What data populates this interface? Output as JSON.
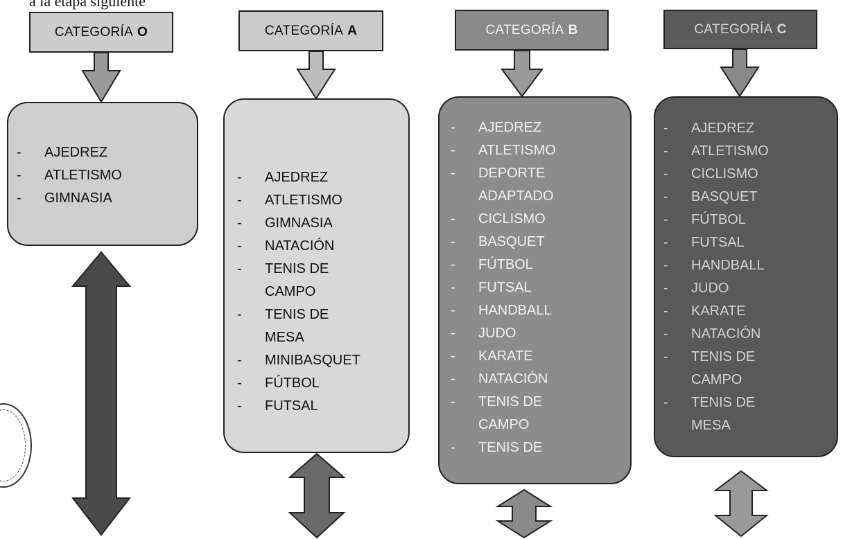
{
  "intro_fragment": "a la etapa siguiente",
  "columns": [
    {
      "prefix": "CATEGORÍA",
      "letter": "O",
      "items": [
        "AJEDREZ",
        "ATLETISMO",
        "GIMNASIA"
      ]
    },
    {
      "prefix": "CATEGORÍA",
      "letter": "A",
      "items": [
        "AJEDREZ",
        "ATLETISMO",
        "GIMNASIA",
        "NATACIÓN",
        "TENIS DE CAMPO",
        "TENIS DE MESA",
        "MINIBASQUET",
        "FÚTBOL",
        "FUTSAL"
      ]
    },
    {
      "prefix": "CATEGORÍA",
      "letter": "B",
      "items": [
        "AJEDREZ",
        "ATLETISMO",
        "DEPORTE ADAPTADO",
        "CICLISMO",
        "BASQUET",
        "FÚTBOL",
        "FUTSAL",
        "HANDBALL",
        "JUDO",
        "KARATE",
        "NATACIÓN",
        "TENIS DE CAMPO",
        "TENIS DE"
      ]
    },
    {
      "prefix": "CATEGORÍA",
      "letter": "C",
      "items": [
        "AJEDREZ",
        "ATLETISMO",
        "CICLISMO",
        "BASQUET",
        "FÚTBOL",
        "FUTSAL",
        "HANDBALL",
        "JUDO",
        "KARATE",
        "NATACIÓN",
        "TENIS DE CAMPO",
        "TENIS DE MESA"
      ]
    }
  ],
  "colors": {
    "column_o": "#cfcfcf",
    "column_a": "#d8d8d8",
    "column_b": "#8c8c8c",
    "column_c": "#595959",
    "arrow_dark": "#4a4a4a",
    "arrow_light": "#9a9a9a"
  }
}
